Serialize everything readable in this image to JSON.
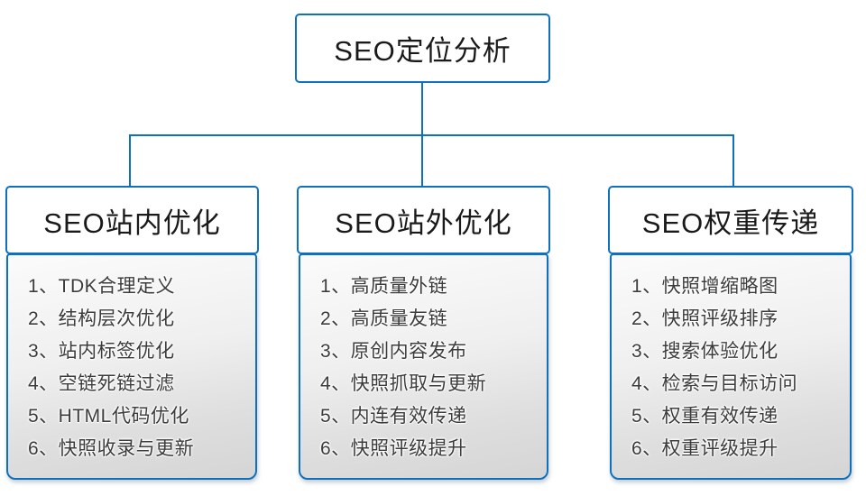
{
  "diagram": {
    "root": {
      "title": "SEO定位分析"
    },
    "branches": [
      {
        "title": "SEO站内优化",
        "items": [
          "1、TDK合理定义",
          "2、结构层次优化",
          "3、站内标签优化",
          "4、空链死链过滤",
          "5、HTML代码优化",
          "6、快照收录与更新"
        ]
      },
      {
        "title": "SEO站外优化",
        "items": [
          "1、高质量外链",
          "2、高质量友链",
          "3、原创内容发布",
          "4、快照抓取与更新",
          "5、内连有效传递",
          "6、快照评级提升"
        ]
      },
      {
        "title": "SEO权重传递",
        "items": [
          "1、快照增缩略图",
          "2、快照评级排序",
          "3、搜索体验优化",
          "4、检索与目标访问",
          "5、权重有效传递",
          "6、权重评级提升"
        ]
      }
    ],
    "colors": {
      "accent_blue": "#0e71c0",
      "item_text": "#3c3c3c",
      "list_gradient_top": "#fbfbfb",
      "list_gradient_bottom": "#d5d5d5"
    }
  }
}
